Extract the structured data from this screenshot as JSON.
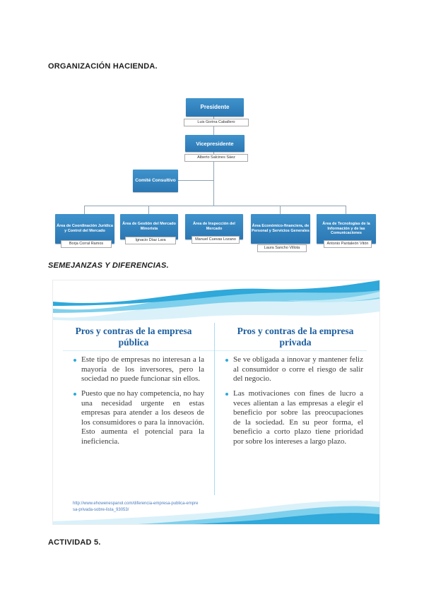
{
  "document": {
    "heading_org": "ORGANIZACIÓN HACIENDA.",
    "heading_sim": "SEMEJANZAS Y DIFERENCIAS.",
    "heading_act": "ACTIVIDAD 5."
  },
  "org_chart": {
    "presidente_title": "Presidente",
    "presidente_name": "Luis Gorina Caballero",
    "vicepresidente_title": "Vicepresidente",
    "vicepresidente_name": "Alberto Salcines Sáez",
    "comite_title": "Comité Consultivo",
    "areas": [
      {
        "title": "Área de Coordinación Jurídica y Control del Mercado",
        "name": "Borja Corral Ramos"
      },
      {
        "title": "Área de Gestión del Mercado Minorista",
        "name": "Ignacio Díaz Lara"
      },
      {
        "title": "Área de Inspección del Mercado",
        "name": "Manuel Cuevas Lozano"
      },
      {
        "title": "Área Económico-financiera, de Personal y Servicios Generales",
        "name": "Laura Sancho Villota"
      },
      {
        "title": "Área de Tecnologías de la Información y de las Comunicaciones",
        "name": "Antonio Pantaleón Vitón"
      }
    ]
  },
  "slide": {
    "left_title": "Pros y contras de la empresa pública",
    "left_bullets": [
      "Este tipo de empresas no interesan a la mayoría de los inversores, pero la sociedad no puede funcionar sin ellos.",
      "Puesto que no hay competencia, no hay una necesidad urgente en estas empresas para atender a los deseos de los consumidores o para la innovación. Esto aumenta el potencial para la ineficiencia."
    ],
    "right_title": "Pros y contras de la empresa privada",
    "right_bullets": [
      "Se ve obligada a innovar y mantener feliz al consumidor o corre el riesgo de salir del negocio.",
      "Las motivaciones con fines de lucro a veces alientan a las empresas a elegir el beneficio por sobre las preocupaciones de la sociedad. En su peor forma, el beneficio a corto plazo tiene prioridad por sobre los intereses a largo plazo."
    ],
    "source_link": "http://www.ehowenespanol.com/diferencia-empresa-publica-empresa-privada-sobre-lista_93053/"
  },
  "colors": {
    "org_box_blue": "#2f7fbe",
    "slide_accent_blue": "#2aa9dc",
    "slide_title_blue": "#1d5fa0"
  }
}
